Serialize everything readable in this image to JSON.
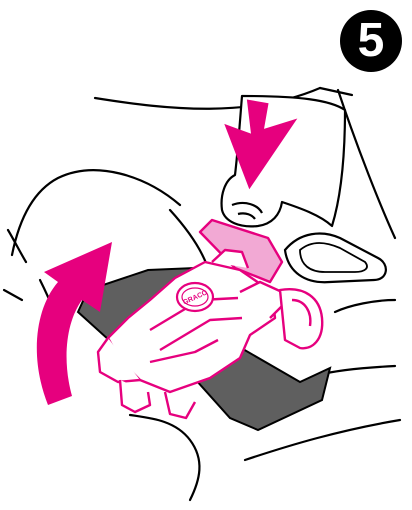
{
  "step": {
    "number": "5"
  },
  "logo": {
    "text": "GRACO"
  },
  "colors": {
    "accent": "#e6007e",
    "accent_light": "#f2a9d4",
    "strap": "#5f5f5f",
    "outline": "#000000",
    "background": "#ffffff"
  },
  "icons": {
    "press_arrow": "arrow-down",
    "rotate_arrow": "curved-arrow-up-right"
  }
}
